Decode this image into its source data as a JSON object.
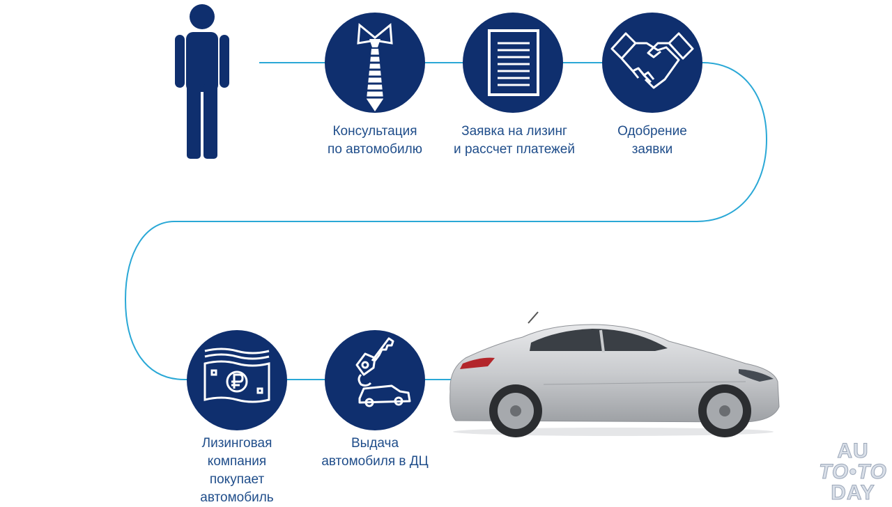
{
  "steps": [
    {
      "id": "consult",
      "icon": "tie-icon",
      "lines": [
        "Консультация",
        "по автомобилю"
      ]
    },
    {
      "id": "application",
      "icon": "document-icon",
      "lines": [
        "Заявка на лизинг",
        "и рассчет платежей"
      ]
    },
    {
      "id": "approval",
      "icon": "handshake-icon",
      "lines": [
        "Одобрение",
        "заявки"
      ]
    },
    {
      "id": "purchase",
      "icon": "ruble-banknote-icon",
      "lines": [
        "Лизинговая",
        "компания",
        "покупает",
        "автомобиль"
      ]
    },
    {
      "id": "delivery",
      "icon": "car-key-icon",
      "lines": [
        "Выдача",
        "автомобиля в ДЦ"
      ]
    }
  ],
  "watermark": {
    "line1": "AU",
    "line2": "TO•TO",
    "line3": "DAY"
  },
  "colors": {
    "circle": "#0f2f6e",
    "connector": "#2aa8d6",
    "label": "#1f4d8a",
    "person": "#0f2f6e"
  }
}
